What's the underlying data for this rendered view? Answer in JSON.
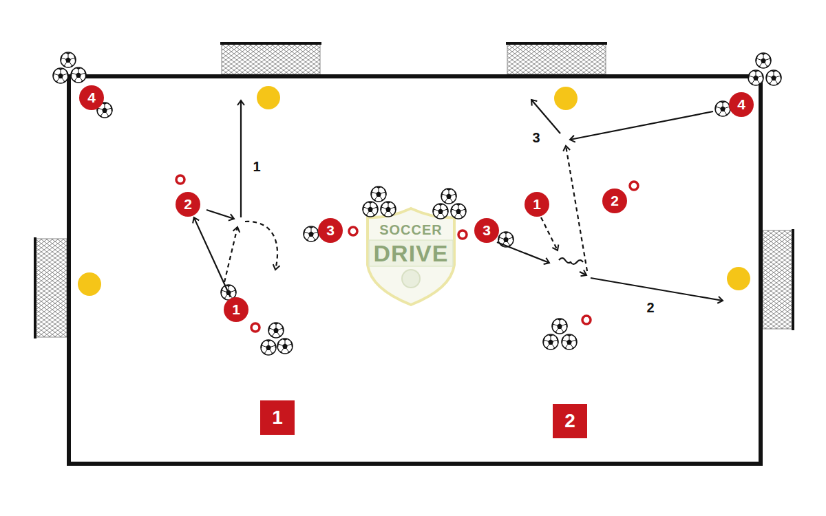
{
  "diagram": {
    "nodes": [
      {
        "text": [
          "4"
        ]
      },
      {
        "text": [
          "4"
        ]
      },
      {
        "text": [
          "1"
        ]
      },
      {
        "text": [
          "2"
        ]
      },
      {
        "text": [
          "2"
        ]
      },
      {
        "text": [
          "3"
        ]
      },
      {
        "text": [
          "3"
        ]
      },
      {
        "text": [
          "1"
        ]
      },
      {
        "text": [
          "1"
        ]
      },
      {
        "text": [
          "2"
        ]
      }
    ],
    "edges": [
      {
        "from": 7,
        "to": 4,
        "arrow": "to"
      }
    ],
    "labels": [
      "1",
      "3",
      "2",
      "SOCCER",
      "DRIVE"
    ]
  }
}
